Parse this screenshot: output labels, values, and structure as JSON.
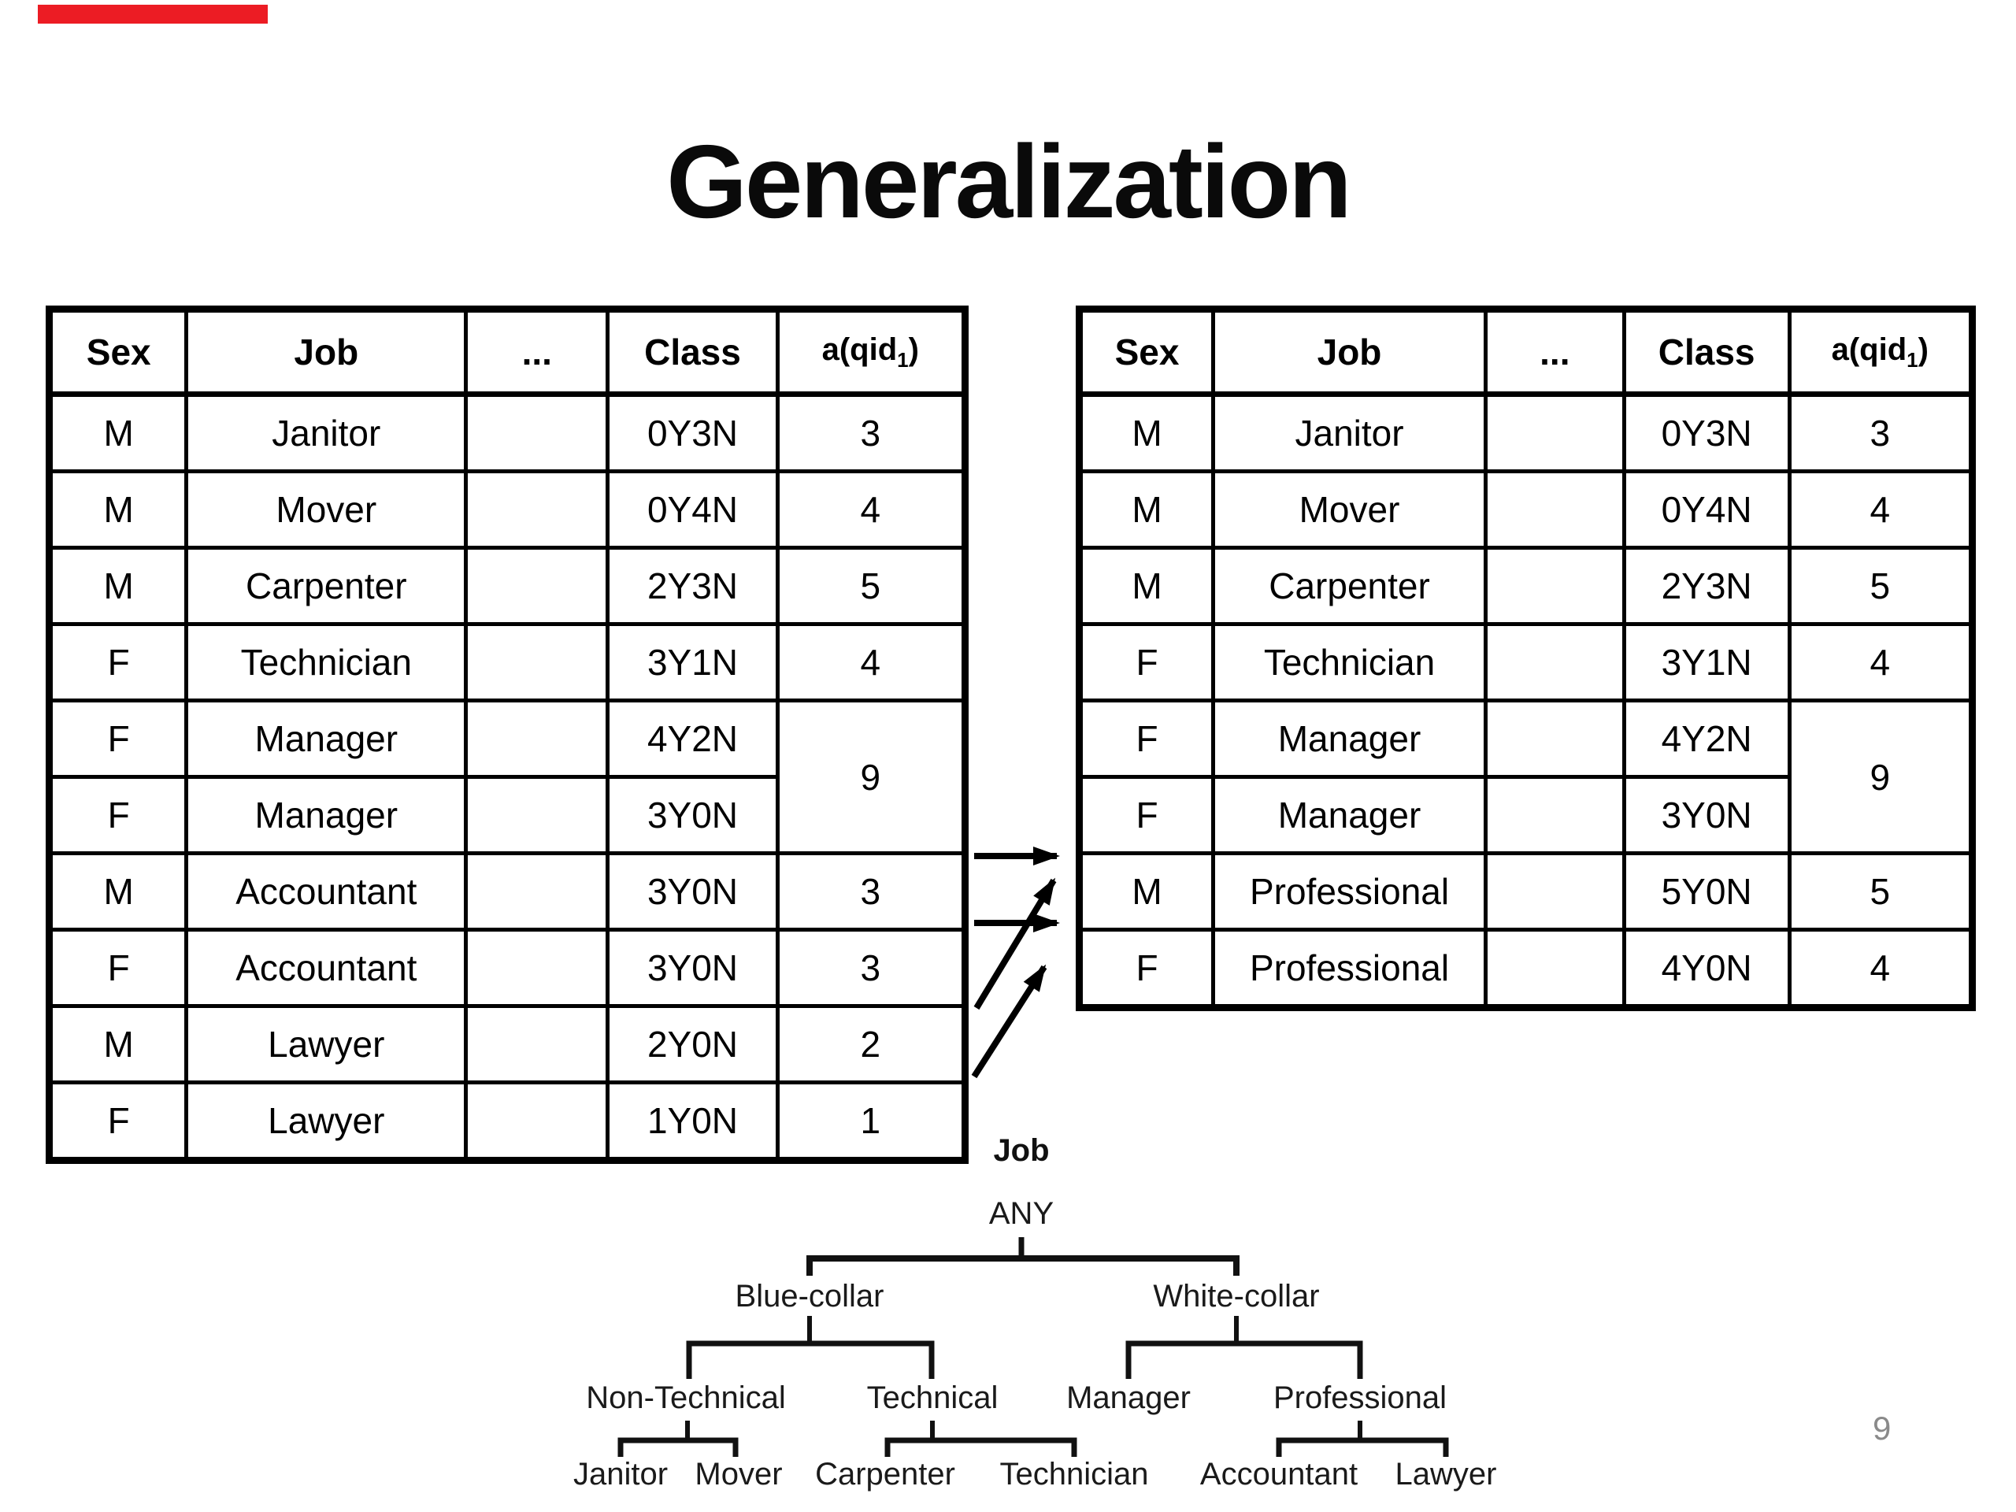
{
  "slide": {
    "title": "Generalization",
    "page_number": "9"
  },
  "colors": {
    "highlight_red": "#ff0000",
    "red_bar": "#ec1c24",
    "page_number_gray": "#8a8a8a"
  },
  "tables": {
    "headers": [
      {
        "label": "Sex"
      },
      {
        "label": "Job"
      },
      {
        "label": "..."
      },
      {
        "label": "Class"
      },
      {
        "label": "a(qid",
        "sub": "1",
        "suffix": ")"
      }
    ],
    "left": {
      "rows": [
        {
          "sex": "M",
          "job": "Janitor",
          "class": "0Y3N",
          "aqid": "3",
          "red": false,
          "aqid_rowspan": 1
        },
        {
          "sex": "M",
          "job": "Mover",
          "class": "0Y4N",
          "aqid": "4",
          "red": false,
          "aqid_rowspan": 1
        },
        {
          "sex": "M",
          "job": "Carpenter",
          "class": "2Y3N",
          "aqid": "5",
          "red": false,
          "aqid_rowspan": 1
        },
        {
          "sex": "F",
          "job": "Technician",
          "class": "3Y1N",
          "aqid": "4",
          "red": false,
          "aqid_rowspan": 1
        },
        {
          "sex": "F",
          "job": "Manager",
          "class": "4Y2N",
          "aqid": "9",
          "red": false,
          "aqid_rowspan": 2
        },
        {
          "sex": "F",
          "job": "Manager",
          "class": "3Y0N",
          "aqid": "",
          "red": false,
          "aqid_rowspan": 0
        },
        {
          "sex": "M",
          "job": "Accountant",
          "class": "3Y0N",
          "aqid": "3",
          "red": true,
          "aqid_rowspan": 1
        },
        {
          "sex": "F",
          "job": "Accountant",
          "class": "3Y0N",
          "aqid": "3",
          "red": true,
          "aqid_rowspan": 1
        },
        {
          "sex": "M",
          "job": "Lawyer",
          "class": "2Y0N",
          "aqid": "2",
          "red": true,
          "aqid_rowspan": 1
        },
        {
          "sex": "F",
          "job": "Lawyer",
          "class": "1Y0N",
          "aqid": "1",
          "red": true,
          "aqid_rowspan": 1
        }
      ]
    },
    "right": {
      "rows": [
        {
          "sex": "M",
          "job": "Janitor",
          "class": "0Y3N",
          "aqid": "3",
          "red": false,
          "aqid_rowspan": 1
        },
        {
          "sex": "M",
          "job": "Mover",
          "class": "0Y4N",
          "aqid": "4",
          "red": false,
          "aqid_rowspan": 1
        },
        {
          "sex": "M",
          "job": "Carpenter",
          "class": "2Y3N",
          "aqid": "5",
          "red": false,
          "aqid_rowspan": 1
        },
        {
          "sex": "F",
          "job": "Technician",
          "class": "3Y1N",
          "aqid": "4",
          "red": false,
          "aqid_rowspan": 1
        },
        {
          "sex": "F",
          "job": "Manager",
          "class": "4Y2N",
          "aqid": "9",
          "red": false,
          "aqid_rowspan": 2
        },
        {
          "sex": "F",
          "job": "Manager",
          "class": "3Y0N",
          "aqid": "",
          "red": false,
          "aqid_rowspan": 0
        },
        {
          "sex": "M",
          "job": "Professional",
          "class": "5Y0N",
          "aqid": "5",
          "red": true,
          "aqid_rowspan": 1
        },
        {
          "sex": "F",
          "job": "Professional",
          "class": "4Y0N",
          "aqid": "4",
          "red": true,
          "aqid_rowspan": 1
        }
      ]
    }
  },
  "tree": {
    "attribute_label": "Job",
    "nodes": {
      "root": "ANY",
      "blue_collar": "Blue-collar",
      "white_collar": "White-collar",
      "non_technical": "Non-Technical",
      "technical": "Technical",
      "manager": "Manager",
      "professional": "Professional",
      "janitor": "Janitor",
      "mover": "Mover",
      "carpenter": "Carpenter",
      "technician": "Technician",
      "accountant": "Accountant",
      "lawyer": "Lawyer"
    }
  }
}
